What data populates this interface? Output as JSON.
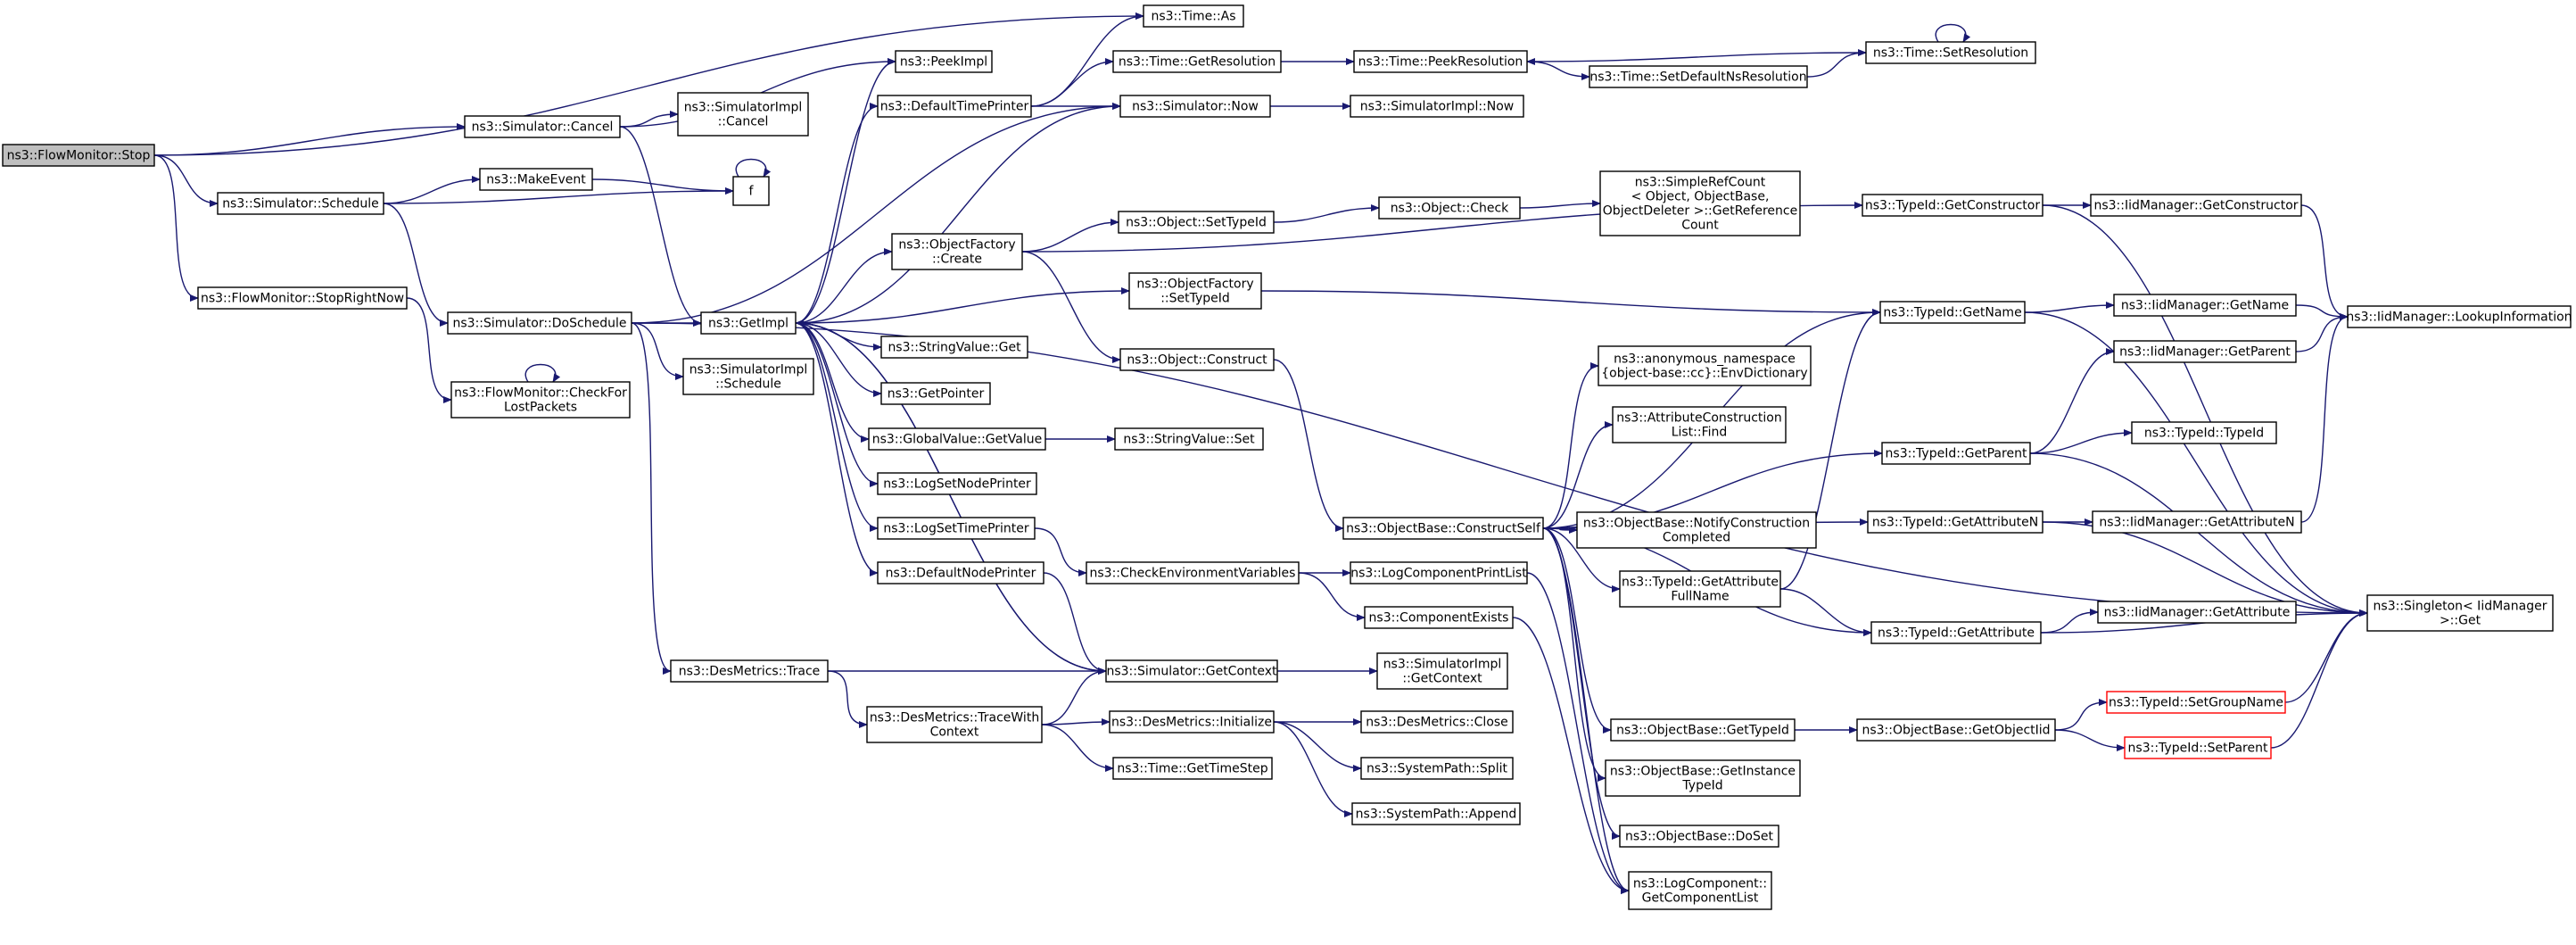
{
  "colors": {
    "edge": "#191970",
    "node_border": "#000000",
    "root_fill": "#bfbfbf",
    "highlight_border": "#ff0000",
    "background": "#ffffff"
  },
  "nodes": [
    {
      "id": "stop",
      "lines": [
        "ns3::FlowMonitor::Stop"
      ],
      "style": "root"
    },
    {
      "id": "time_as",
      "lines": [
        "ns3::Time::As"
      ]
    },
    {
      "id": "peekimpl",
      "lines": [
        "ns3::PeekImpl"
      ]
    },
    {
      "id": "time_getres",
      "lines": [
        "ns3::Time::GetResolution"
      ]
    },
    {
      "id": "time_peekres",
      "lines": [
        "ns3::Time::PeekResolution"
      ]
    },
    {
      "id": "time_setres",
      "lines": [
        "ns3::Time::SetResolution"
      ]
    },
    {
      "id": "time_setdefaultres",
      "lines": [
        "ns3::Time::SetDefaultNsResolution"
      ]
    },
    {
      "id": "sim_cancel",
      "lines": [
        "ns3::Simulator::Cancel"
      ]
    },
    {
      "id": "simimpl_cancel",
      "lines": [
        "ns3::SimulatorImpl",
        "::Cancel"
      ]
    },
    {
      "id": "defaulttimeprinter",
      "lines": [
        "ns3::DefaultTimePrinter"
      ]
    },
    {
      "id": "sim_now",
      "lines": [
        "ns3::Simulator::Now"
      ]
    },
    {
      "id": "simimpl_now",
      "lines": [
        "ns3::SimulatorImpl::Now"
      ]
    },
    {
      "id": "sim_schedule",
      "lines": [
        "ns3::Simulator::Schedule"
      ]
    },
    {
      "id": "makeevent",
      "lines": [
        "ns3::MakeEvent"
      ]
    },
    {
      "id": "f",
      "lines": [
        "f"
      ]
    },
    {
      "id": "objfactory_create",
      "lines": [
        "ns3::ObjectFactory",
        "::Create"
      ]
    },
    {
      "id": "obj_settypeid",
      "lines": [
        "ns3::Object::SetTypeId"
      ]
    },
    {
      "id": "obj_check",
      "lines": [
        "ns3::Object::Check"
      ]
    },
    {
      "id": "simplerefcount",
      "lines": [
        "ns3::SimpleRefCount",
        "< Object, ObjectBase,",
        " ObjectDeleter >::GetReference",
        "Count"
      ]
    },
    {
      "id": "typeid_getconstructor",
      "lines": [
        "ns3::TypeId::GetConstructor"
      ]
    },
    {
      "id": "iid_getconstructor",
      "lines": [
        "ns3::IidManager::GetConstructor"
      ]
    },
    {
      "id": "flow_stoprightnow",
      "lines": [
        "ns3::FlowMonitor::StopRightNow"
      ]
    },
    {
      "id": "objfactory_settypeid",
      "lines": [
        "ns3::ObjectFactory",
        "::SetTypeId"
      ]
    },
    {
      "id": "typeid_getname",
      "lines": [
        "ns3::TypeId::GetName"
      ]
    },
    {
      "id": "iid_getname",
      "lines": [
        "ns3::IidManager::GetName"
      ]
    },
    {
      "id": "iid_lookup",
      "lines": [
        "ns3::IidManager::LookupInformation"
      ]
    },
    {
      "id": "sim_doschedule",
      "lines": [
        "ns3::Simulator::DoSchedule"
      ]
    },
    {
      "id": "getimpl",
      "lines": [
        "ns3::GetImpl"
      ]
    },
    {
      "id": "simimpl_schedule",
      "lines": [
        "ns3::SimulatorImpl",
        "::Schedule"
      ]
    },
    {
      "id": "stringvalue_get",
      "lines": [
        "ns3::StringValue::Get"
      ]
    },
    {
      "id": "obj_construct",
      "lines": [
        "ns3::Object::Construct"
      ]
    },
    {
      "id": "envdictionary",
      "lines": [
        "ns3::anonymous_namespace",
        "{object-base::cc}::EnvDictionary"
      ]
    },
    {
      "id": "iid_getparent",
      "lines": [
        "ns3::IidManager::GetParent"
      ]
    },
    {
      "id": "checkforlostpackets",
      "lines": [
        "ns3::FlowMonitor::CheckFor",
        "LostPackets"
      ]
    },
    {
      "id": "getpointer",
      "lines": [
        "ns3::GetPointer"
      ]
    },
    {
      "id": "globalvalue_getvalue",
      "lines": [
        "ns3::GlobalValue::GetValue"
      ]
    },
    {
      "id": "stringvalue_set",
      "lines": [
        "ns3::StringValue::Set"
      ]
    },
    {
      "id": "attrconstructionlist_find",
      "lines": [
        "ns3::AttributeConstruction",
        "List::Find"
      ]
    },
    {
      "id": "typeid_getparent",
      "lines": [
        "ns3::TypeId::GetParent"
      ]
    },
    {
      "id": "typeid_typeid",
      "lines": [
        "ns3::TypeId::TypeId"
      ]
    },
    {
      "id": "logsetnodeprinter",
      "lines": [
        "ns3::LogSetNodePrinter"
      ]
    },
    {
      "id": "logsettimeprinter",
      "lines": [
        "ns3::LogSetTimePrinter"
      ]
    },
    {
      "id": "objbase_constructself",
      "lines": [
        "ns3::ObjectBase::ConstructSelf"
      ]
    },
    {
      "id": "objbase_notifyconstructioncompleted",
      "lines": [
        "ns3::ObjectBase::NotifyConstruction",
        "Completed"
      ]
    },
    {
      "id": "typeid_getattributen",
      "lines": [
        "ns3::TypeId::GetAttributeN"
      ]
    },
    {
      "id": "iid_getattributen",
      "lines": [
        "ns3::IidManager::GetAttributeN"
      ]
    },
    {
      "id": "defaultnodeprinter",
      "lines": [
        "ns3::DefaultNodePrinter"
      ]
    },
    {
      "id": "checkenvvars",
      "lines": [
        "ns3::CheckEnvironmentVariables"
      ]
    },
    {
      "id": "logcomponentprintlist",
      "lines": [
        "ns3::LogComponentPrintList"
      ]
    },
    {
      "id": "typeid_getattributefullname",
      "lines": [
        "ns3::TypeId::GetAttribute",
        "FullName"
      ]
    },
    {
      "id": "singleton_get",
      "lines": [
        "ns3::Singleton< IidManager",
        " >::Get"
      ]
    },
    {
      "id": "componentexists",
      "lines": [
        "ns3::ComponentExists"
      ]
    },
    {
      "id": "typeid_getattribute",
      "lines": [
        "ns3::TypeId::GetAttribute"
      ]
    },
    {
      "id": "iid_getattribute",
      "lines": [
        "ns3::IidManager::GetAttribute"
      ]
    },
    {
      "id": "desmetrics_trace",
      "lines": [
        "ns3::DesMetrics::Trace"
      ]
    },
    {
      "id": "sim_getcontext",
      "lines": [
        "ns3::Simulator::GetContext"
      ]
    },
    {
      "id": "simimpl_getcontext",
      "lines": [
        "ns3::SimulatorImpl",
        "::GetContext"
      ]
    },
    {
      "id": "desmetrics_tracewithcontext",
      "lines": [
        "ns3::DesMetrics::TraceWith",
        "Context"
      ]
    },
    {
      "id": "desmetrics_initialize",
      "lines": [
        "ns3::DesMetrics::Initialize"
      ]
    },
    {
      "id": "desmetrics_close",
      "lines": [
        "ns3::DesMetrics::Close"
      ]
    },
    {
      "id": "objbase_gettypeid",
      "lines": [
        "ns3::ObjectBase::GetTypeId"
      ]
    },
    {
      "id": "objbase_getobjectiid",
      "lines": [
        "ns3::ObjectBase::GetObjectIid"
      ]
    },
    {
      "id": "typeid_setgroupname",
      "lines": [
        "ns3::TypeId::SetGroupName"
      ],
      "style": "red"
    },
    {
      "id": "time_gettimestep",
      "lines": [
        "ns3::Time::GetTimeStep"
      ]
    },
    {
      "id": "systempath_split",
      "lines": [
        "ns3::SystemPath::Split"
      ]
    },
    {
      "id": "typeid_setparent",
      "lines": [
        "ns3::TypeId::SetParent"
      ],
      "style": "red"
    },
    {
      "id": "objbase_getinstancetypeid",
      "lines": [
        "ns3::ObjectBase::GetInstance",
        "TypeId"
      ]
    },
    {
      "id": "systempath_append",
      "lines": [
        "ns3::SystemPath::Append"
      ]
    },
    {
      "id": "objbase_doset",
      "lines": [
        "ns3::ObjectBase::DoSet"
      ]
    },
    {
      "id": "logcomponent_getcomponentlist",
      "lines": [
        "ns3::LogComponent::",
        "GetComponentList"
      ]
    }
  ],
  "edges": [
    [
      "stop",
      "time_as"
    ],
    [
      "stop",
      "sim_cancel"
    ],
    [
      "stop",
      "sim_schedule"
    ],
    [
      "stop",
      "flow_stoprightnow"
    ],
    [
      "sim_cancel",
      "peekimpl"
    ],
    [
      "sim_cancel",
      "simimpl_cancel"
    ],
    [
      "sim_cancel",
      "getimpl"
    ],
    [
      "sim_schedule",
      "makeevent"
    ],
    [
      "sim_schedule",
      "f"
    ],
    [
      "sim_schedule",
      "sim_doschedule"
    ],
    [
      "makeevent",
      "f"
    ],
    [
      "f",
      "f"
    ],
    [
      "flow_stoprightnow",
      "checkforlostpackets"
    ],
    [
      "checkforlostpackets",
      "checkforlostpackets"
    ],
    [
      "sim_doschedule",
      "getimpl"
    ],
    [
      "sim_doschedule",
      "simimpl_schedule"
    ],
    [
      "sim_doschedule",
      "desmetrics_trace"
    ],
    [
      "sim_doschedule",
      "sim_now"
    ],
    [
      "sim_doschedule",
      "singleton_get"
    ],
    [
      "getimpl",
      "peekimpl"
    ],
    [
      "getimpl",
      "defaulttimeprinter"
    ],
    [
      "getimpl",
      "sim_now"
    ],
    [
      "getimpl",
      "objfactory_create"
    ],
    [
      "getimpl",
      "objfactory_settypeid"
    ],
    [
      "getimpl",
      "stringvalue_get"
    ],
    [
      "getimpl",
      "getpointer"
    ],
    [
      "getimpl",
      "globalvalue_getvalue"
    ],
    [
      "getimpl",
      "logsetnodeprinter"
    ],
    [
      "getimpl",
      "logsettimeprinter"
    ],
    [
      "getimpl",
      "defaultnodeprinter"
    ],
    [
      "getimpl",
      "sim_getcontext"
    ],
    [
      "defaulttimeprinter",
      "time_as"
    ],
    [
      "defaulttimeprinter",
      "time_getres"
    ],
    [
      "defaulttimeprinter",
      "sim_now"
    ],
    [
      "time_getres",
      "time_peekres"
    ],
    [
      "time_setres",
      "time_peekres"
    ],
    [
      "time_setres",
      "time_setres"
    ],
    [
      "time_peekres",
      "time_setdefaultres"
    ],
    [
      "time_setdefaultres",
      "time_setres"
    ],
    [
      "sim_now",
      "simimpl_now"
    ],
    [
      "objfactory_create",
      "obj_settypeid"
    ],
    [
      "objfactory_create",
      "obj_construct"
    ],
    [
      "objfactory_create",
      "typeid_getconstructor"
    ],
    [
      "obj_settypeid",
      "obj_check"
    ],
    [
      "obj_check",
      "simplerefcount"
    ],
    [
      "typeid_getconstructor",
      "iid_getconstructor"
    ],
    [
      "typeid_getconstructor",
      "singleton_get"
    ],
    [
      "iid_getconstructor",
      "iid_lookup"
    ],
    [
      "objfactory_settypeid",
      "typeid_getname"
    ],
    [
      "typeid_getname",
      "iid_getname"
    ],
    [
      "typeid_getname",
      "singleton_get"
    ],
    [
      "iid_getname",
      "iid_lookup"
    ],
    [
      "obj_construct",
      "objbase_constructself"
    ],
    [
      "globalvalue_getvalue",
      "stringvalue_set"
    ],
    [
      "logsettimeprinter",
      "checkenvvars"
    ],
    [
      "defaultnodeprinter",
      "sim_getcontext"
    ],
    [
      "checkenvvars",
      "logcomponentprintlist"
    ],
    [
      "checkenvvars",
      "componentexists"
    ],
    [
      "componentexists",
      "logcomponent_getcomponentlist"
    ],
    [
      "logcomponentprintlist",
      "logcomponent_getcomponentlist"
    ],
    [
      "objbase_constructself",
      "typeid_getname"
    ],
    [
      "objbase_constructself",
      "envdictionary"
    ],
    [
      "objbase_constructself",
      "attrconstructionlist_find"
    ],
    [
      "objbase_constructself",
      "typeid_getparent"
    ],
    [
      "objbase_constructself",
      "objbase_notifyconstructioncompleted"
    ],
    [
      "objbase_constructself",
      "typeid_getattributen"
    ],
    [
      "objbase_constructself",
      "typeid_getattributefullname"
    ],
    [
      "objbase_constructself",
      "typeid_getattribute"
    ],
    [
      "objbase_constructself",
      "objbase_gettypeid"
    ],
    [
      "objbase_constructself",
      "objbase_getinstancetypeid"
    ],
    [
      "objbase_constructself",
      "objbase_doset"
    ],
    [
      "objbase_constructself",
      "logcomponent_getcomponentlist"
    ],
    [
      "typeid_getparent",
      "iid_getparent"
    ],
    [
      "typeid_getparent",
      "typeid_typeid"
    ],
    [
      "typeid_getparent",
      "singleton_get"
    ],
    [
      "iid_getparent",
      "iid_lookup"
    ],
    [
      "typeid_getattributen",
      "iid_getattributen"
    ],
    [
      "typeid_getattributen",
      "singleton_get"
    ],
    [
      "iid_getattributen",
      "iid_lookup"
    ],
    [
      "typeid_getattributefullname",
      "typeid_getname"
    ],
    [
      "typeid_getattributefullname",
      "typeid_getattribute"
    ],
    [
      "typeid_getattribute",
      "iid_getattribute"
    ],
    [
      "typeid_getattribute",
      "singleton_get"
    ],
    [
      "objbase_gettypeid",
      "objbase_getobjectiid"
    ],
    [
      "objbase_getobjectiid",
      "typeid_setgroupname"
    ],
    [
      "objbase_getobjectiid",
      "typeid_setparent"
    ],
    [
      "typeid_setgroupname",
      "singleton_get"
    ],
    [
      "typeid_setparent",
      "singleton_get"
    ],
    [
      "desmetrics_trace",
      "sim_getcontext"
    ],
    [
      "desmetrics_trace",
      "desmetrics_tracewithcontext"
    ],
    [
      "desmetrics_tracewithcontext",
      "sim_getcontext"
    ],
    [
      "desmetrics_tracewithcontext",
      "desmetrics_initialize"
    ],
    [
      "desmetrics_tracewithcontext",
      "time_gettimestep"
    ],
    [
      "desmetrics_initialize",
      "desmetrics_close"
    ],
    [
      "desmetrics_initialize",
      "systempath_split"
    ],
    [
      "desmetrics_initialize",
      "systempath_append"
    ],
    [
      "sim_getcontext",
      "simimpl_getcontext"
    ],
    [
      "sim_getcontext",
      "getimpl"
    ]
  ]
}
